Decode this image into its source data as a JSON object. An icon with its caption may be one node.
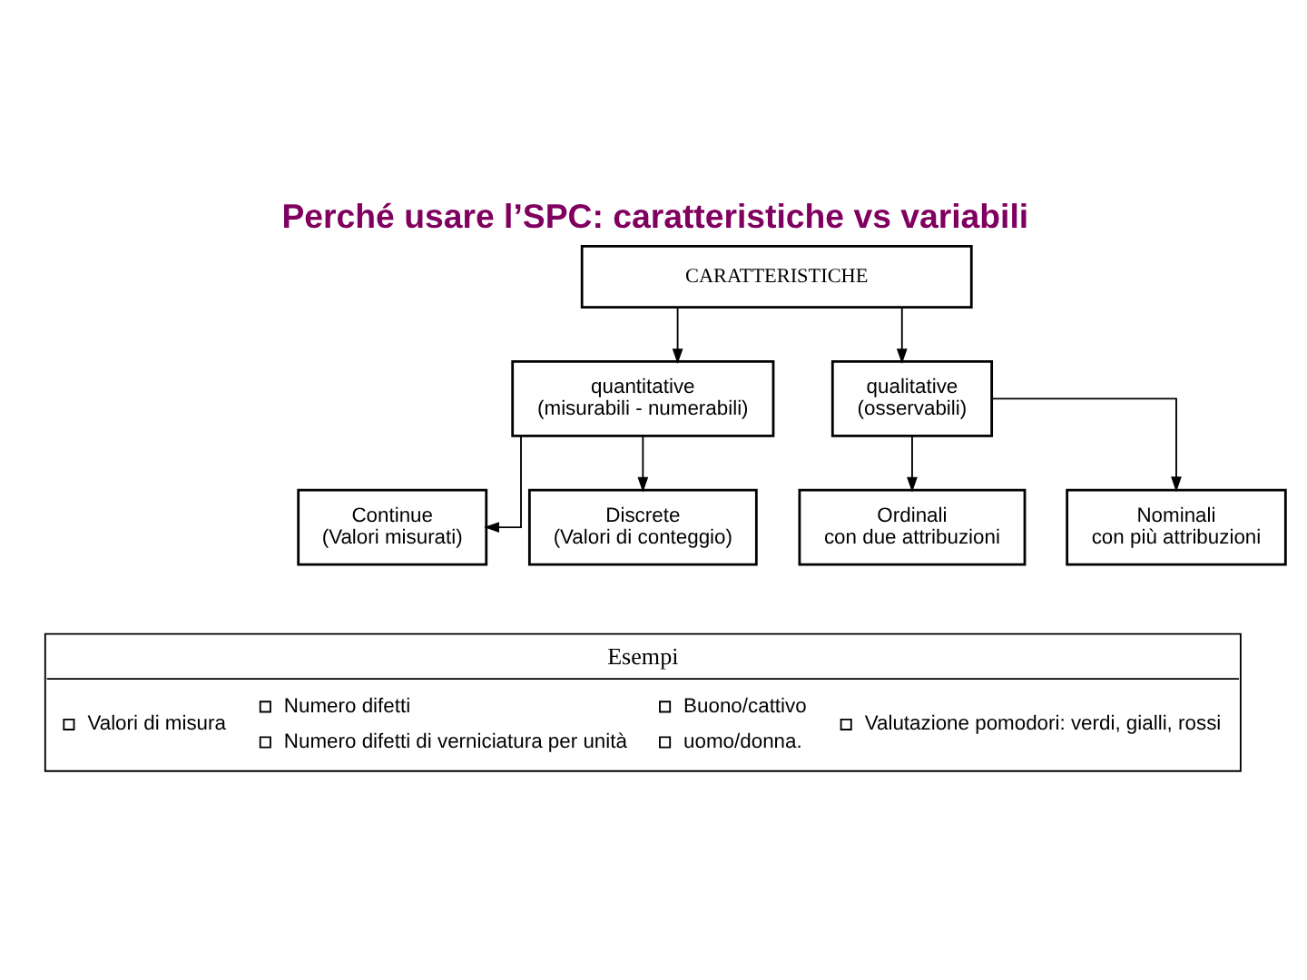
{
  "diagram": {
    "title": "Perché usare l’SPC: caratteristiche vs variabili",
    "nodes": [
      {
        "text": [
          "CARATTERISTICHE"
        ]
      },
      {
        "text": [
          "quantitative",
          "(misurabili - numerabili)"
        ]
      },
      {
        "text": [
          "qualitative",
          "(osservabili)"
        ]
      },
      {
        "text": [
          "Continue",
          "(Valori misurati)"
        ]
      },
      {
        "text": [
          "Discrete",
          "(Valori di conteggio)"
        ]
      },
      {
        "text": [
          "Ordinali",
          "con due attribuzioni"
        ]
      },
      {
        "text": [
          "Nominali",
          "con più attribuzioni"
        ]
      }
    ],
    "edges": [
      {
        "from": 0,
        "to": 1,
        "arrow": "to"
      },
      {
        "from": 0,
        "to": 2,
        "arrow": "to"
      },
      {
        "from": 1,
        "to": 3,
        "arrow": "to"
      },
      {
        "from": 1,
        "to": 4,
        "arrow": "to"
      },
      {
        "from": 2,
        "to": 5,
        "arrow": "to"
      },
      {
        "from": 2,
        "to": 6,
        "arrow": "to"
      }
    ],
    "labels": [
      "Esempi",
      "Valori di misura",
      "Numero difetti",
      "Numero difetti di verniciatura per unità",
      "Buono/cattivo",
      "uomo/donna.",
      "Valutazione pomodori: verdi, gialli, rossi"
    ]
  }
}
